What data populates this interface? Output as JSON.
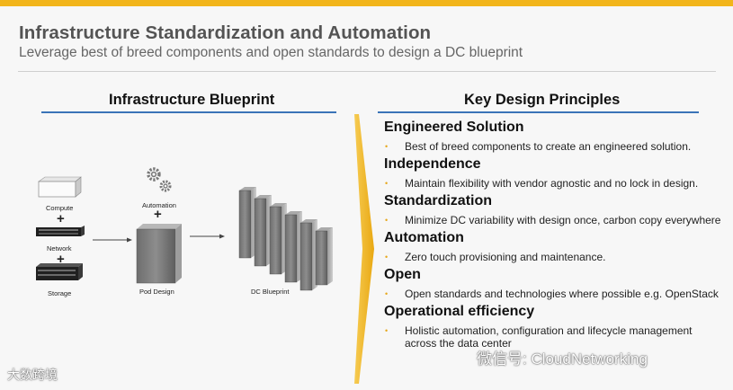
{
  "slide": {
    "title": "Infrastructure Standardization and Automation",
    "subtitle": "Leverage best of breed components and open standards to design a DC blueprint"
  },
  "blueprint": {
    "heading": "Infrastructure Blueprint",
    "labels": {
      "compute": "Compute",
      "network": "Network",
      "storage": "Storage",
      "automation": "Automation",
      "pod_design": "Pod Design",
      "dc_blueprint": "DC Blueprint"
    },
    "plus": "+"
  },
  "principles": {
    "heading": "Key Design Principles",
    "items": [
      {
        "title": "Engineered Solution",
        "text": "Best of breed components to create an engineered solution."
      },
      {
        "title": "Independence",
        "text": "Maintain flexibility with vendor agnostic and no lock in design."
      },
      {
        "title": "Standardization",
        "text": "Minimize DC variability with design once, carbon copy everywhere"
      },
      {
        "title": "Automation",
        "text": "Zero touch provisioning and maintenance."
      },
      {
        "title": "Open",
        "text": "Open standards and technologies where possible e.g. OpenStack"
      },
      {
        "title": "Operational efficiency",
        "text": "Holistic automation, configuration and lifecycle management across the data center"
      }
    ],
    "bullet": "•"
  },
  "watermarks": {
    "left": "大数跨境",
    "right": "微信号: CloudNetworking"
  },
  "colors": {
    "accent_yellow": "#f2b51b",
    "rule_blue": "#3a74b8",
    "bullet_orange": "#e6a81d"
  }
}
